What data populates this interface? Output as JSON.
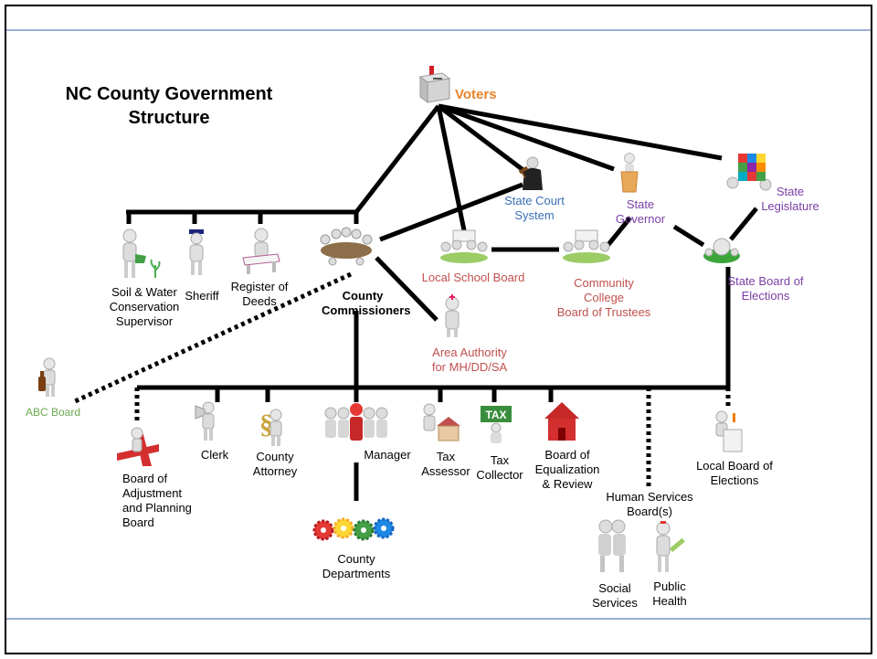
{
  "title": {
    "line1": "NC County Government",
    "line2": "Structure"
  },
  "colors": {
    "black": "#000000",
    "orange": "#e8832a",
    "blue": "#3a6fb5",
    "purple": "#7b3fa6",
    "red": "#c0504d",
    "green": "#6aa84f",
    "frame": "#5a7fb8"
  },
  "nodes": {
    "voters": "Voters",
    "state_court": "State Court\nSystem",
    "state_governor": "State\nGovernor",
    "state_legislature": "State\nLegislature",
    "state_board_elections": "State Board of\nElections",
    "local_school_board": "Local School Board",
    "community_college": "Community\nCollege\nBoard of Trustees",
    "county_commissioners": "County\nCommissioners",
    "area_authority": "Area Authority\nfor MH/DD/SA",
    "soil_water": "Soil & Water\nConservation\nSupervisor",
    "sheriff": "Sheriff",
    "register_deeds": "Register of\nDeeds",
    "abc_board": "ABC Board",
    "board_adjustment": "Board of\nAdjustment\nand Planning\nBoard",
    "clerk": "Clerk",
    "county_attorney": "County\nAttorney",
    "manager": "Manager",
    "county_departments": "County\nDepartments",
    "tax_assessor": "Tax\nAssessor",
    "tax_collector": "Tax\nCollector",
    "board_equalization": "Board of\nEqualization\n& Review",
    "human_services": "Human Services\nBoard(s)",
    "social_services": "Social\nServices",
    "public_health": "Public\nHealth",
    "local_board_elections": "Local Board of\nElections"
  },
  "icons": {
    "voters": "ballot-box-icon",
    "state_court": "judge-gavel-icon",
    "state_governor": "podium-speaker-icon",
    "state_legislature": "cube-assembly-icon",
    "state_board_elections": "globe-people-icon",
    "local_school_board": "meeting-table-icon",
    "community_college": "meeting-table-icon",
    "county_commissioners": "round-table-icon",
    "area_authority": "thinking-person-icon",
    "soil_water": "watering-plant-icon",
    "sheriff": "officer-icon",
    "register_deeds": "desk-writer-icon",
    "abc_board": "bottle-person-icon",
    "board_adjustment": "road-crossing-icon",
    "clerk": "megaphone-person-icon",
    "county_attorney": "legal-symbol-icon",
    "manager": "leader-group-icon",
    "county_departments": "gears-icon",
    "tax_assessor": "house-person-icon",
    "tax_collector": "tax-sign-icon",
    "board_equalization": "red-house-icon",
    "local_board_elections": "ballot-person-icon",
    "social_services": "hugging-people-icon",
    "public_health": "syringe-person-icon"
  }
}
